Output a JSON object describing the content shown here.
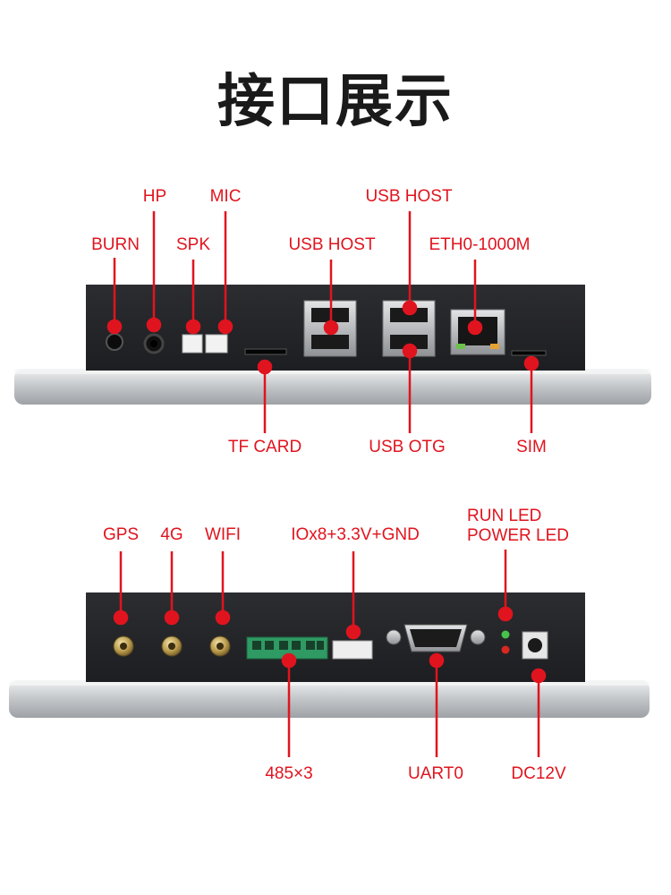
{
  "title": "接口展示",
  "colors": {
    "accent": "#e0141e",
    "panel": "#26272b",
    "frame": "#c9cbcd"
  },
  "top_panel": {
    "labels_above": {
      "hp": "HP",
      "mic": "MIC",
      "burn": "BURN",
      "spk": "SPK",
      "usb_host_left": "USB HOST",
      "usb_host_right": "USB HOST",
      "eth": "ETH0-1000M"
    },
    "labels_below": {
      "tf_card": "TF CARD",
      "usb_otg": "USB OTG",
      "sim": "SIM"
    }
  },
  "bottom_panel": {
    "labels_above": {
      "gps": "GPS",
      "lte": "4G",
      "wifi": "WIFI",
      "io": "IOx8+3.3V+GND",
      "run_led": "RUN LED",
      "power_led": "POWER LED"
    },
    "labels_below": {
      "rs485": "485×3",
      "uart": "UART0",
      "dc": "DC12V"
    }
  }
}
